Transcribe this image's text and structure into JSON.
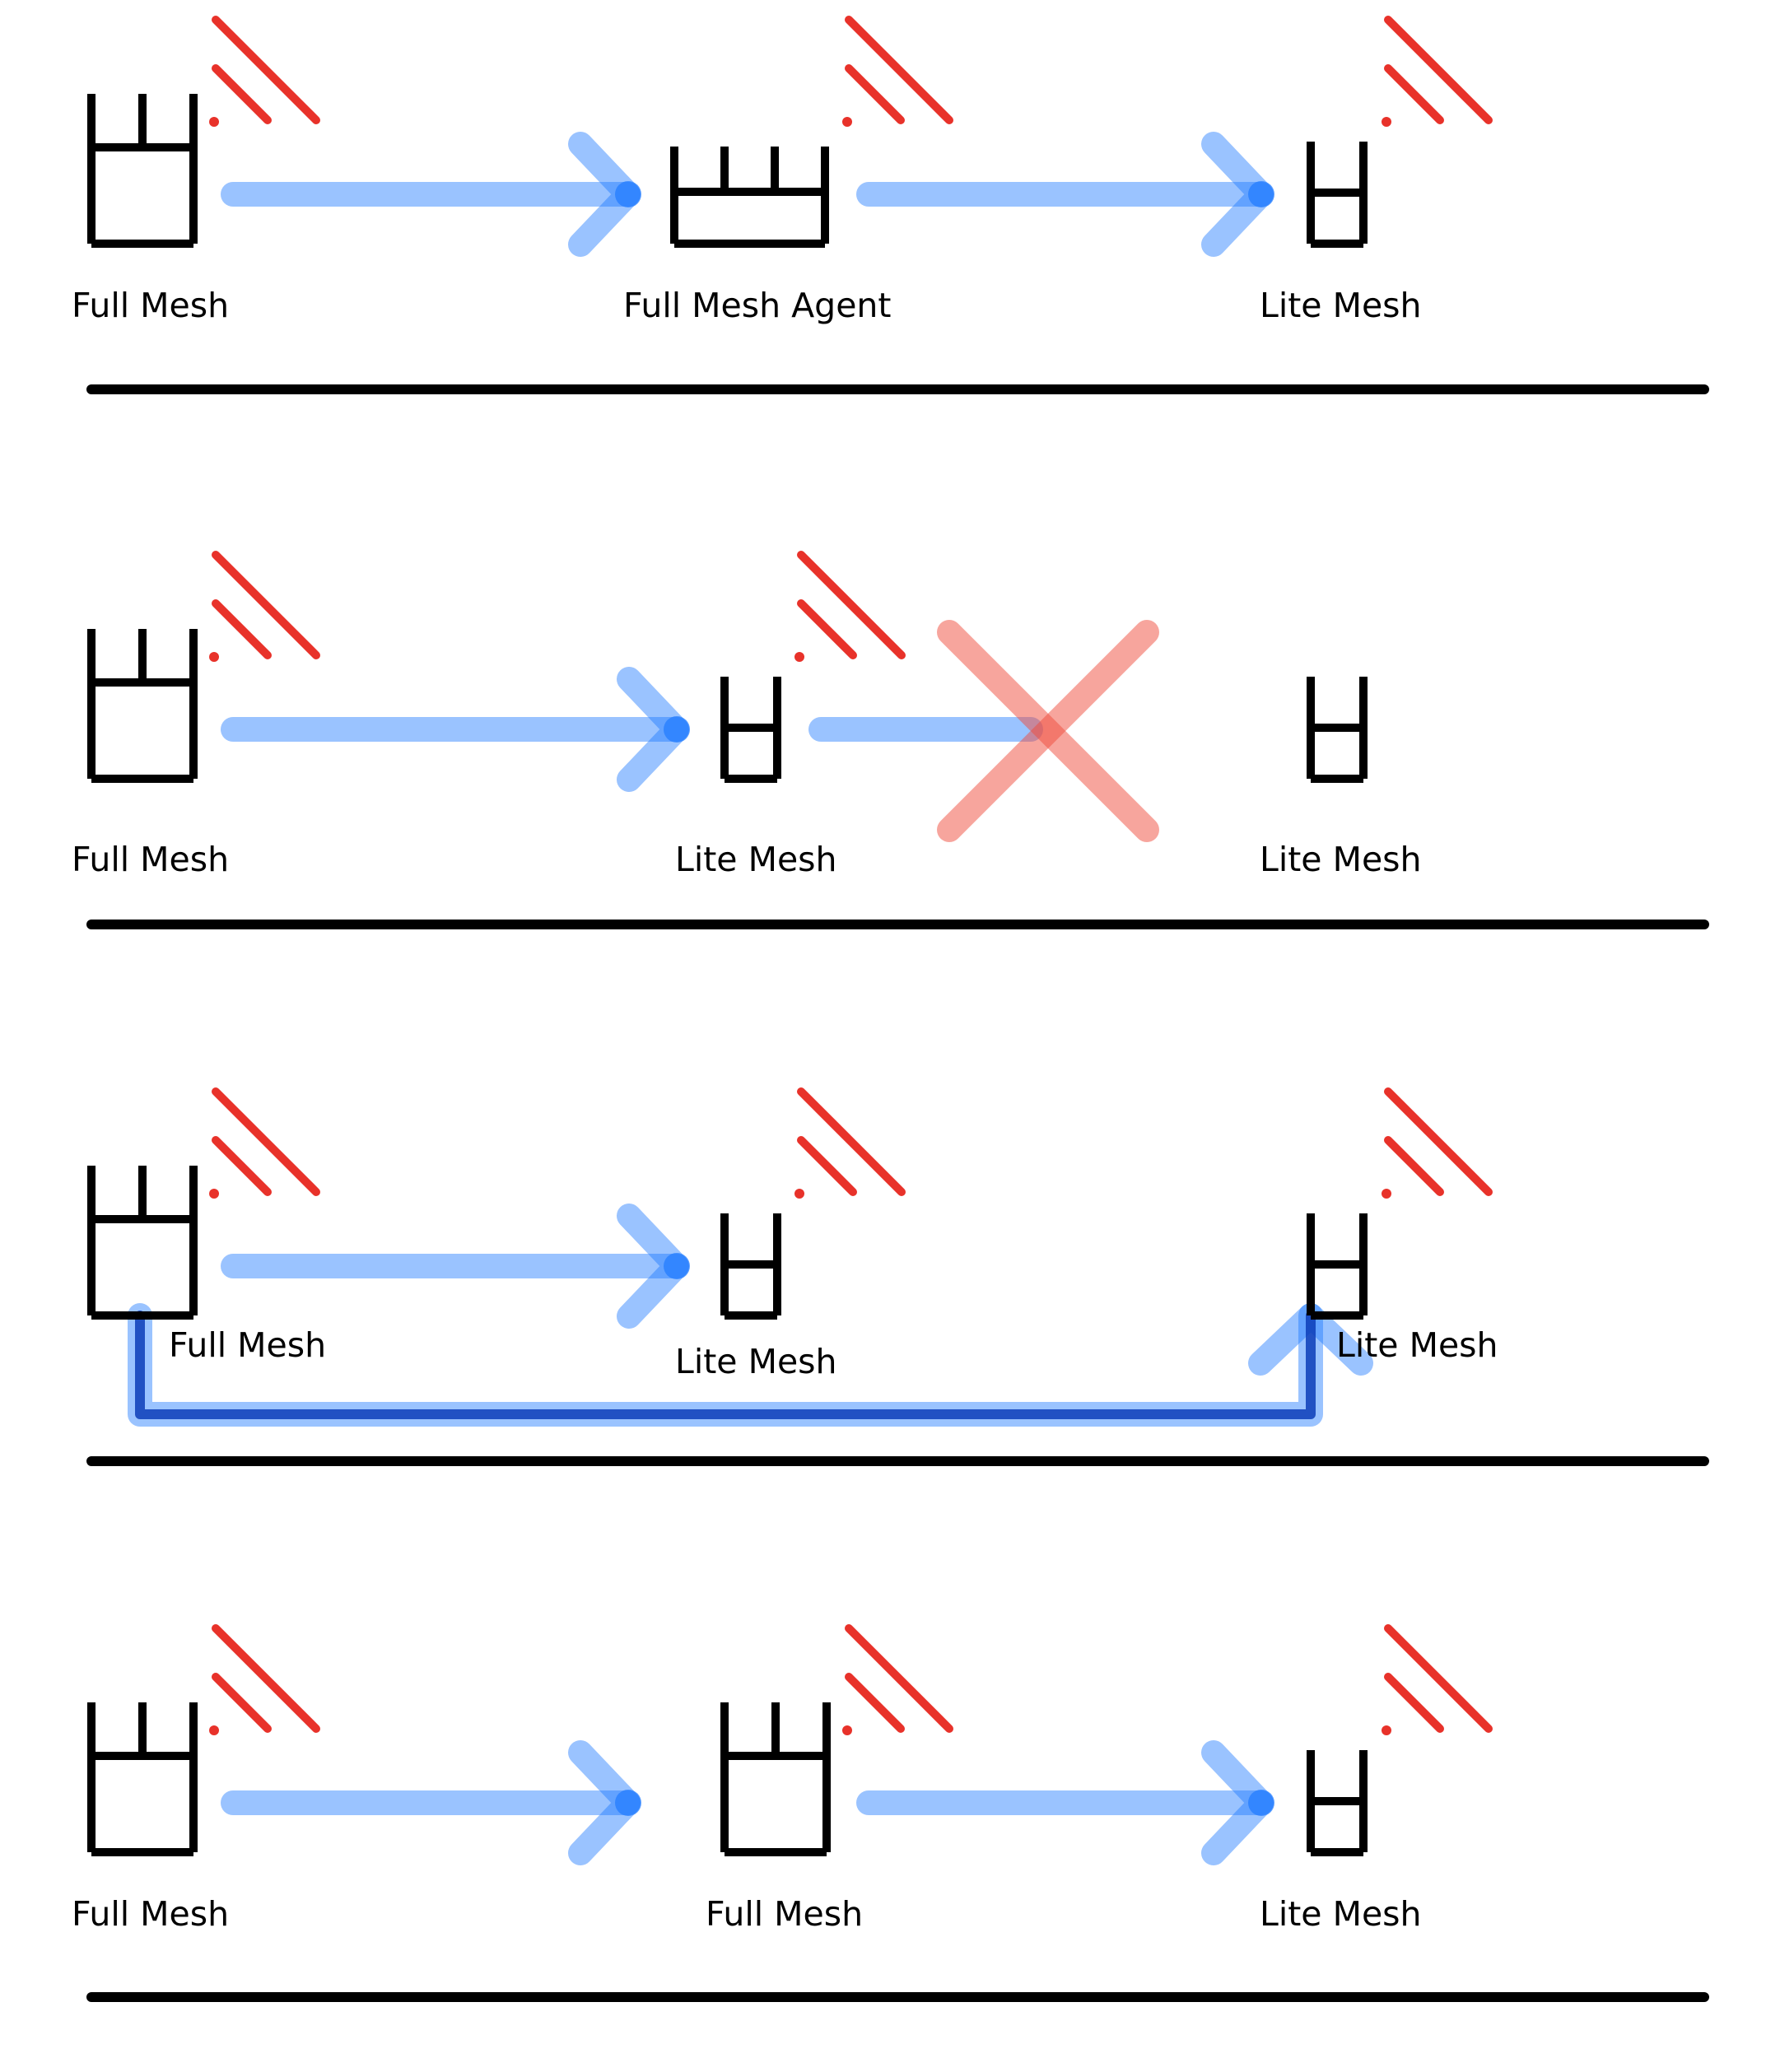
{
  "colors": {
    "node_outline": "#000000",
    "signal": "#e8322a",
    "link": "#1f7aff",
    "blocked": "#ef4c3c",
    "path_core": "#0c3db8",
    "divider": "#000000"
  },
  "rows": [
    {
      "nodes": [
        {
          "label": "Full Mesh",
          "kind": "full-mesh-icon",
          "signal": true
        },
        {
          "label": "Full Mesh Agent",
          "kind": "full-mesh-agent-icon",
          "signal": true
        },
        {
          "label": "Lite Mesh",
          "kind": "lite-mesh-icon",
          "signal": true
        }
      ],
      "links": [
        {
          "from": 0,
          "to": 1,
          "state": "active"
        },
        {
          "from": 1,
          "to": 2,
          "state": "active"
        }
      ]
    },
    {
      "nodes": [
        {
          "label": "Full Mesh",
          "kind": "full-mesh-icon",
          "signal": true
        },
        {
          "label": "Lite Mesh",
          "kind": "lite-mesh-icon",
          "signal": true
        },
        {
          "label": "Lite Mesh",
          "kind": "lite-mesh-icon",
          "signal": false
        }
      ],
      "links": [
        {
          "from": 0,
          "to": 1,
          "state": "active"
        },
        {
          "from": 1,
          "to": 2,
          "state": "blocked"
        }
      ]
    },
    {
      "nodes": [
        {
          "label": "Full Mesh",
          "kind": "full-mesh-icon",
          "signal": true
        },
        {
          "label": "Lite Mesh",
          "kind": "lite-mesh-icon",
          "signal": true
        },
        {
          "label": "Lite Mesh",
          "kind": "lite-mesh-icon",
          "signal": true
        }
      ],
      "links": [
        {
          "from": 0,
          "to": 1,
          "state": "active"
        },
        {
          "from": 0,
          "to": 2,
          "state": "routed"
        }
      ]
    },
    {
      "nodes": [
        {
          "label": "Full Mesh",
          "kind": "full-mesh-icon",
          "signal": true
        },
        {
          "label": "Full Mesh",
          "kind": "full-mesh-icon",
          "signal": true
        },
        {
          "label": "Lite Mesh",
          "kind": "lite-mesh-icon",
          "signal": true
        }
      ],
      "links": [
        {
          "from": 0,
          "to": 1,
          "state": "active"
        },
        {
          "from": 1,
          "to": 2,
          "state": "active"
        }
      ]
    }
  ]
}
